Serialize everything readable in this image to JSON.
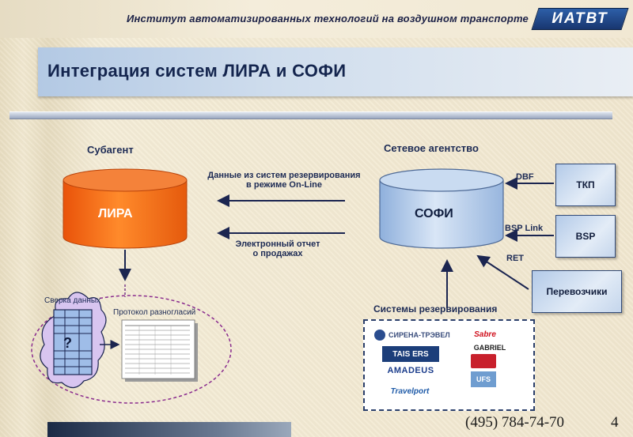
{
  "header": {
    "institute": "Институт автоматизированных технологий на воздушном транспорте",
    "logo_text": "ИАТВТ"
  },
  "slide": {
    "title": "Интеграция систем ЛИРА и СОФИ"
  },
  "diagram": {
    "subagent_label": "Субагент",
    "agency_label": "Сетевое агентство",
    "lira_label": "ЛИРА",
    "sofi_label": "СОФИ",
    "arrow_top_line1": "Данные из систем резервирования",
    "arrow_top_line2": "в режиме On-Line",
    "arrow_bottom_line1": "Электронный отчет",
    "arrow_bottom_line2": "о продажах",
    "dbf_label": "DBF",
    "bsp_link_label": "BSP Link",
    "ret_label": "RET",
    "tkp_box": "ТКП",
    "bsp_box": "BSP",
    "carriers_box": "Перевозчики",
    "reservation_label": "Системы резервирования",
    "sverka_label": "Сверка данных",
    "protocol_label": "Протокол разногласий",
    "question_mark": "?"
  },
  "reservation_systems": {
    "sirena": "СИРЕНА-ТРЭВЕЛ",
    "tais": "TAIS ERS",
    "amadeus": "AMADEUS",
    "travelport": "Travelport",
    "sabre": "Sabre",
    "gabriel": "GABRIEL",
    "ufs": "UFS"
  },
  "footer": {
    "phone": "(495) 784-74-70",
    "page_number": "4"
  },
  "colors": {
    "lira_orange": "#f26c12",
    "sofi_blue": "#aec6e6",
    "title_blue": "#14254e",
    "arrow_navy": "#1b2550"
  }
}
